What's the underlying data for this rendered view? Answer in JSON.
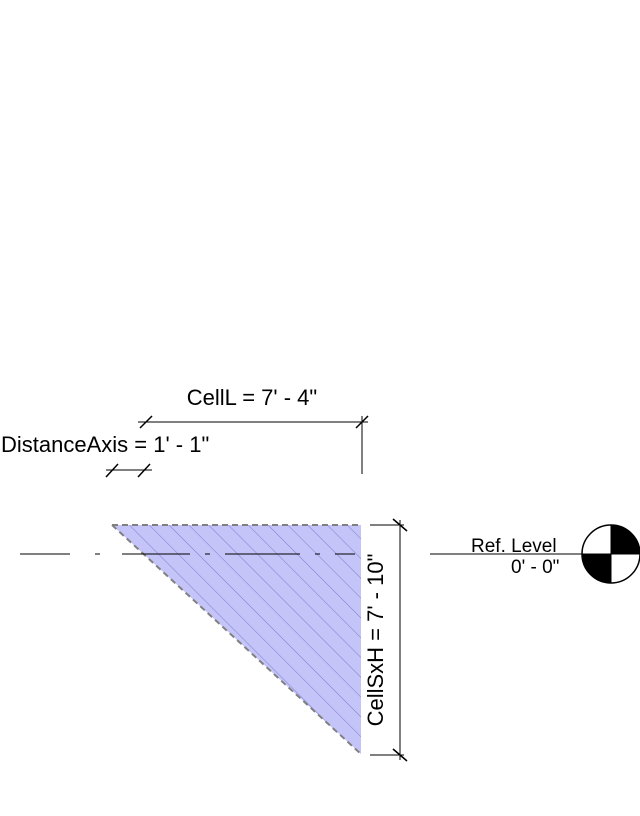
{
  "dimensions": {
    "cell_length": {
      "label": "CellL = 7' - 4\""
    },
    "distance_axis": {
      "label": "DistanceAxis = 1' - 1\""
    },
    "cell_height": {
      "label": "CellSxH = 7' - 10\""
    }
  },
  "reference_level": {
    "name": "Ref. Level",
    "elevation": "0' - 0\""
  },
  "colors": {
    "section_fill": "#c4c4f8",
    "hatch": "#7d7dcf",
    "line": "#000000",
    "dashed_edge": "#808080"
  }
}
